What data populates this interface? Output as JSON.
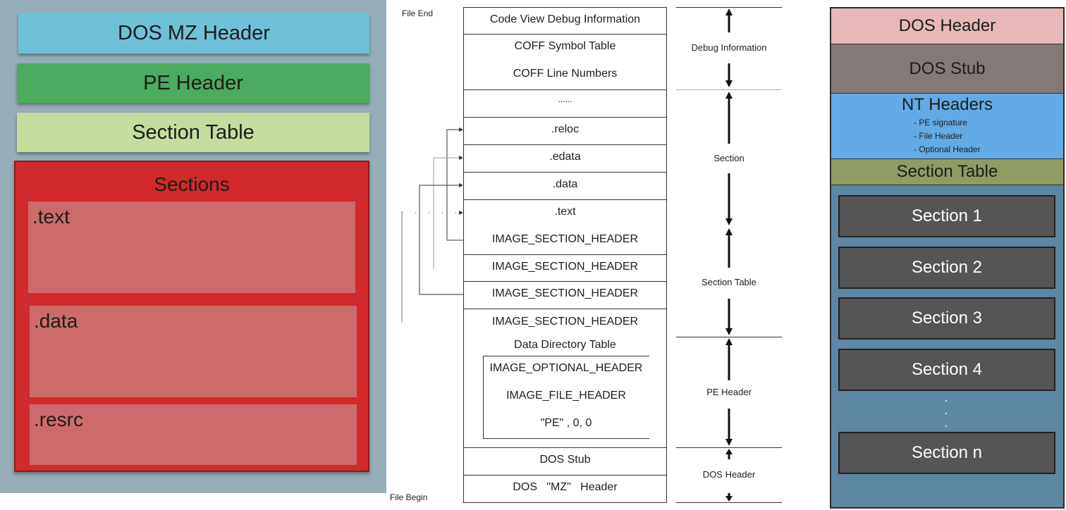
{
  "panel1": {
    "bars": [
      "DOS MZ Header",
      "PE Header",
      "Section Table"
    ],
    "sections_title": "Sections",
    "sections": [
      ".text",
      ".data",
      ".resrc"
    ],
    "colors": {
      "background": "#97adb8",
      "dos": "#6fc1d8",
      "pe": "#4bab5e",
      "table": "#c4dd9c",
      "sections": "#d02a2a",
      "sub": "#cd6b6b"
    }
  },
  "panel2": {
    "file_end": "File End",
    "file_begin": "File Begin",
    "cells": [
      "Code View Debug Information",
      "COFF Symbol Table",
      "COFF Line Numbers",
      "......",
      ".reloc",
      ".edata",
      ".data",
      ".text",
      "IMAGE_SECTION_HEADER",
      "IMAGE_SECTION_HEADER",
      "IMAGE_SECTION_HEADER",
      "IMAGE_SECTION_HEADER",
      "Data Directory Table",
      "IMAGE_OPTIONAL_HEADER",
      "IMAGE_FILE_HEADER",
      "\"PE\" , 0, 0",
      "DOS Stub",
      "DOS   \"MZ\"   Header"
    ],
    "regions": [
      "Debug Information",
      "Section",
      "Section Table",
      "PE Header",
      "DOS Header"
    ]
  },
  "panel3": {
    "dos_header": "DOS Header",
    "dos_stub": "DOS Stub",
    "nt_headers": "NT Headers",
    "nt_items": [
      "- PE signature",
      "- File Header",
      "- Optional Header"
    ],
    "section_table": "Section Table",
    "sections": [
      "Section 1",
      "Section 2",
      "Section 3",
      "Section 4",
      "Section n"
    ],
    "colors": {
      "dos_header": "#e6b8b8",
      "dos_stub": "#847a78",
      "nt_headers": "#62abe6",
      "section_table": "#8e9c62",
      "body": "#5d87a3",
      "section": "#555555"
    }
  }
}
